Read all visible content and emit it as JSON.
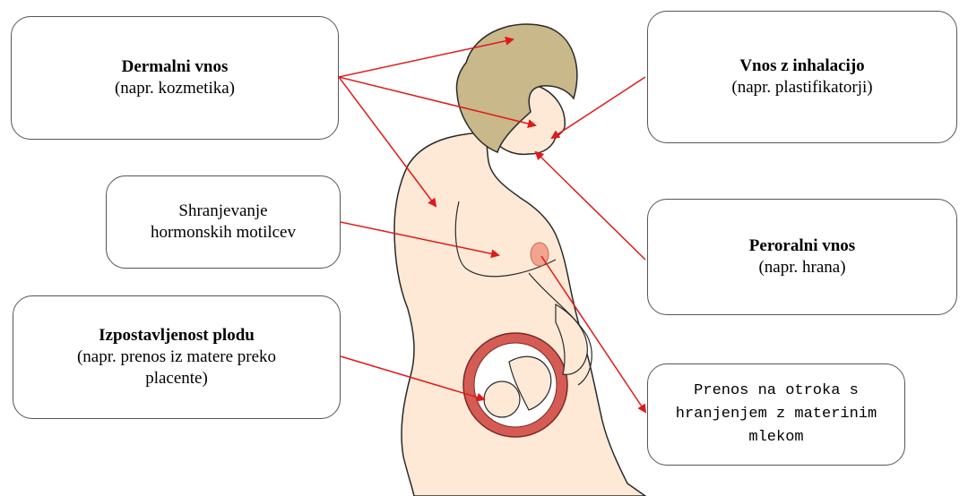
{
  "boxes": {
    "dermal": {
      "title": "Dermalni vnos",
      "sub": "(napr. kozmetika)"
    },
    "inhal": {
      "title": "Vnos z inhalacijo",
      "sub": "(napr. plastifikatorji)"
    },
    "storage": {
      "line1": "Shranjevanje",
      "line2": "hormonskih motilcev"
    },
    "oral": {
      "title": "Peroralni vnos",
      "sub": "(napr. hrana)"
    },
    "fetal": {
      "title": "Izpostavljenost plodu",
      "line1": "(napr. prenos iz matere preko",
      "line2": "placente)"
    },
    "milk": {
      "line1": "Prenos na otroka s",
      "line2": "hranjenjem z materinim",
      "line3": "mlekom"
    }
  },
  "colors": {
    "arrow": "#e0191b",
    "skin": "#fde9d6",
    "hair": "#c8b88a",
    "womb": "#d55c55",
    "outline": "#2a2a2a"
  }
}
